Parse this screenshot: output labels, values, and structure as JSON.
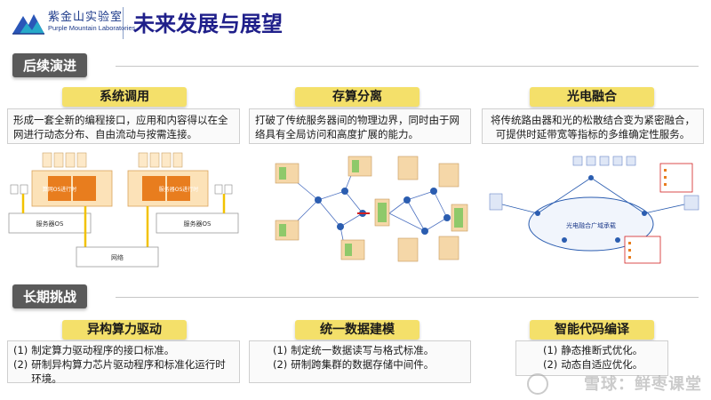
{
  "header": {
    "logo_cn": "紫金山实验室",
    "logo_en": "Purple Mountain Laboratories",
    "title": "未来发展与展望"
  },
  "sections": {
    "followup": {
      "label": "后续演进"
    },
    "longterm": {
      "label": "长期挑战"
    }
  },
  "followup_cards": [
    {
      "title": "系统调用",
      "text": "形成一套全新的编程接口，应用和内容得以在全网进行动态分布、自由流动与按需连接。"
    },
    {
      "title": "存算分离",
      "text": "打破了传统服务器间的物理边界，同时由于网络具有全局访问和高度扩展的能力。"
    },
    {
      "title": "光电融合",
      "text": "将传统路由器和光的松散结合变为紧密融合，可提供时延带宽等指标的多维确定性服务。"
    }
  ],
  "diagram1": {
    "server_label": "服务器OS",
    "network_label": "网络",
    "node_label_a": "算网OS进行时",
    "node_label_b": "服务器OS进行时"
  },
  "diagram3": {
    "center_label": "光电融合广域承载"
  },
  "longterm_cards": [
    {
      "title": "异构算力驱动",
      "items": [
        {
          "n": "(1)",
          "t": "制定算力驱动程序的接口标准。"
        },
        {
          "n": "(2)",
          "t": "研制异构算力芯片驱动程序和标准化运行时环境。"
        }
      ]
    },
    {
      "title": "统一数据建模",
      "items": [
        {
          "n": "(1)",
          "t": "制定统一数据读写与格式标准。"
        },
        {
          "n": "(2)",
          "t": "研制跨集群的数据存储中间件。"
        }
      ]
    },
    {
      "title": "智能代码编译",
      "items": [
        {
          "n": "(1)",
          "t": "静态推断式优化。"
        },
        {
          "n": "(2)",
          "t": "动态自适应优化。"
        }
      ]
    }
  ],
  "watermark": "雪球：鲜枣课堂",
  "colors": {
    "title": "#1f1f8a",
    "card_title_bg": "#f4e06a",
    "section_bg": "#5a5a5a",
    "accent_orange": "#e87d1e"
  }
}
